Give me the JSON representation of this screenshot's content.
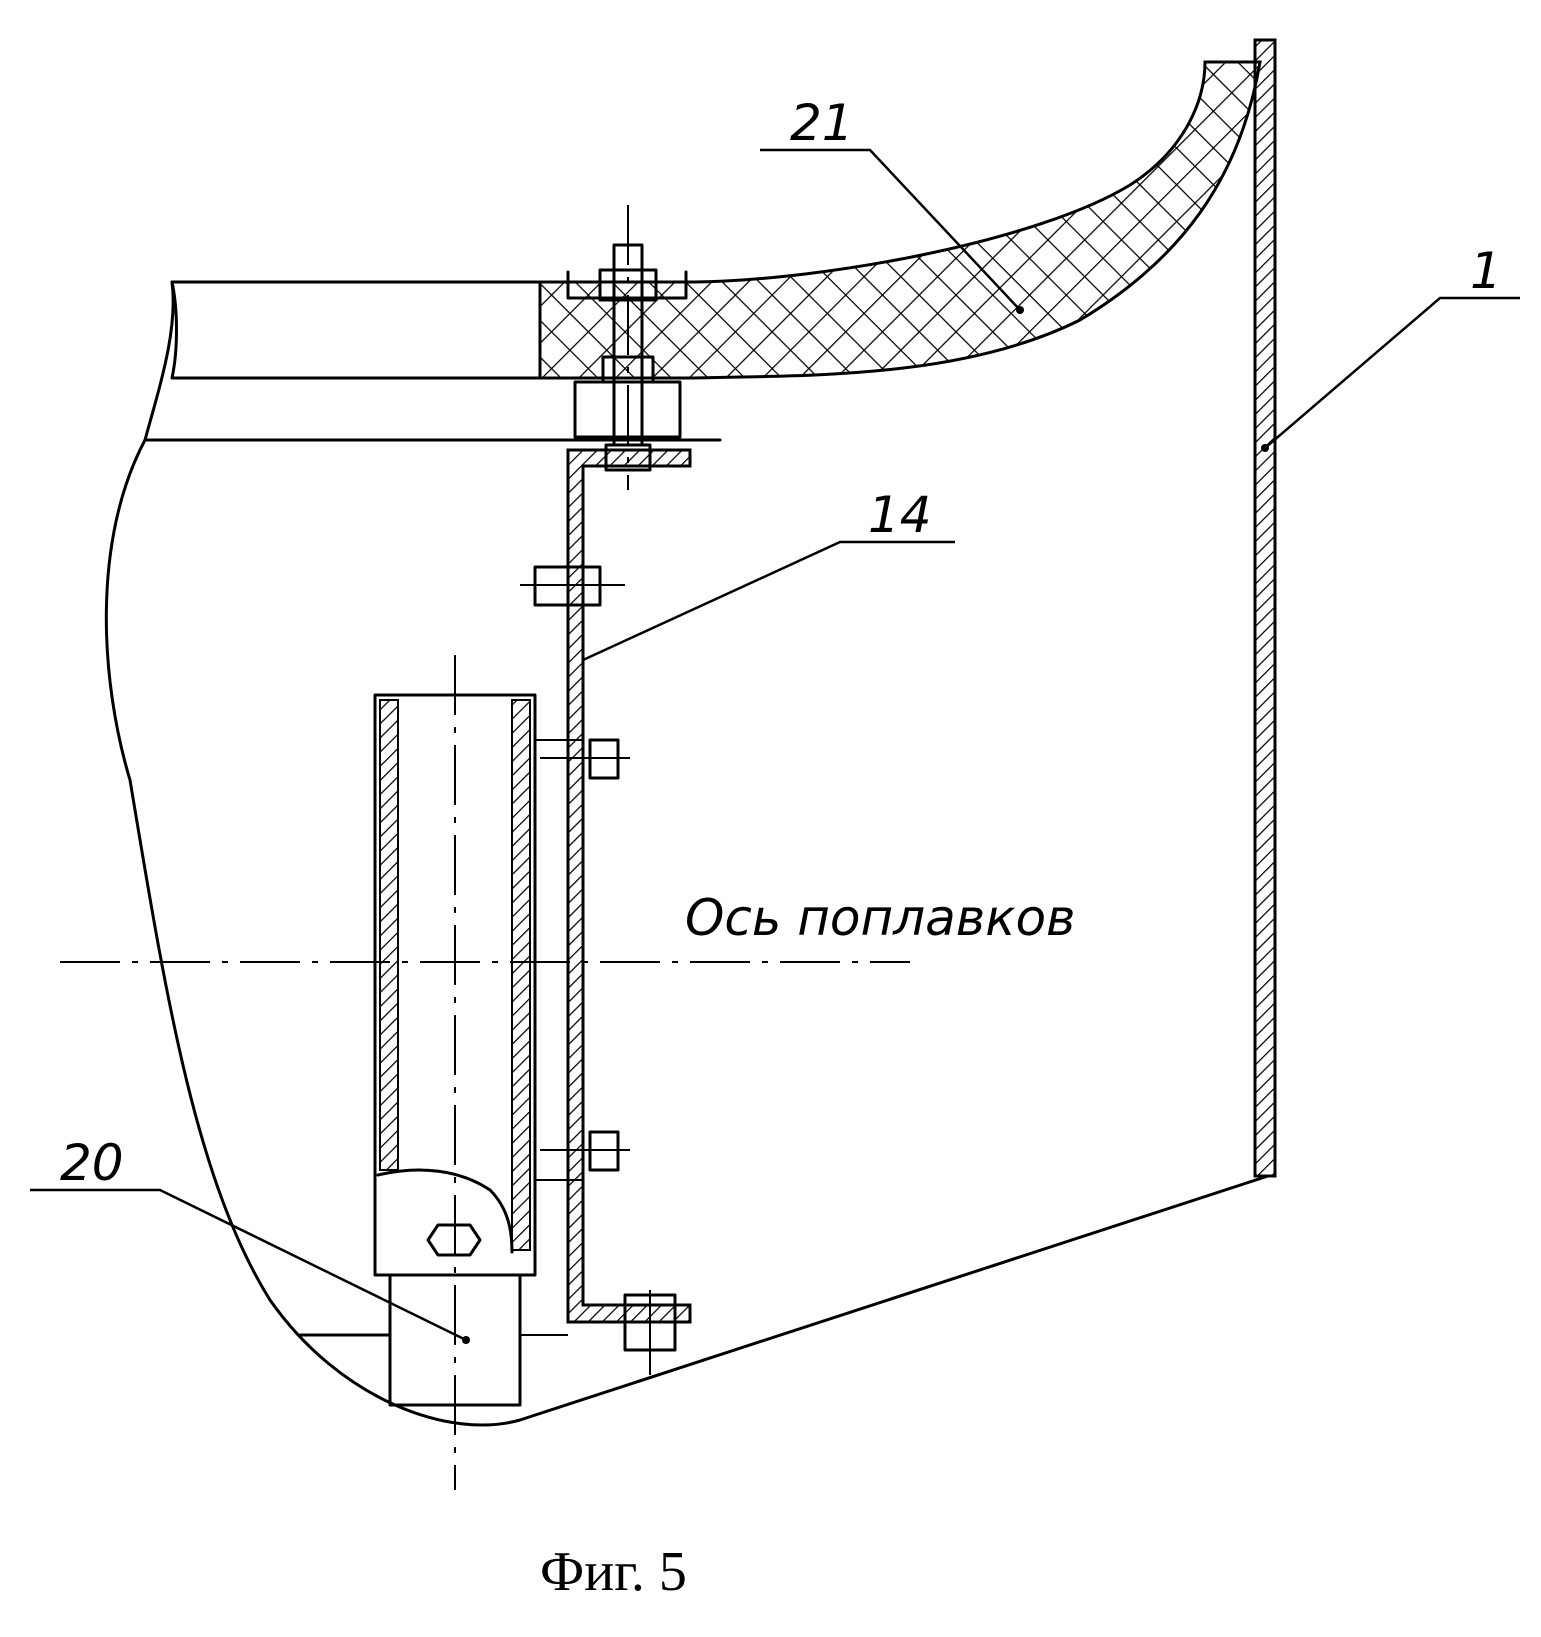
{
  "figure": {
    "caption": "Фиг. 5",
    "axis_label": "Ось поплавков",
    "callouts": {
      "c21": "21",
      "c1": "1",
      "c14": "14",
      "c20": "20"
    }
  },
  "colors": {
    "ink": "#000000",
    "paper": "#ffffff"
  }
}
